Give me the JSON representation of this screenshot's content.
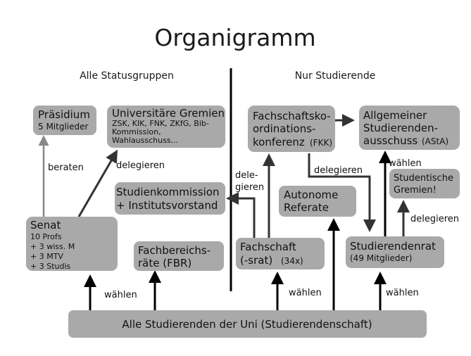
{
  "title": "Organigramm",
  "sections": {
    "left": "Alle Statusgruppen",
    "right": "Nur Studierende"
  },
  "nodes": {
    "praesidium": {
      "lines": [
        "Präsidium"
      ],
      "sub": [
        "5 Mitglieder"
      ]
    },
    "gremien": {
      "lines": [
        "Universitäre Gremien"
      ],
      "sub": [
        "ZSK, KIK, FNK, ZKfG, Bib-",
        "Kommission,",
        "Wahlausschuss..."
      ]
    },
    "studienkommission": {
      "lines": [
        "Studienkommission",
        "+ Institutsvorstand"
      ]
    },
    "senat": {
      "lines": [
        "Senat"
      ],
      "sub": [
        "10 Profs",
        "+ 3 wiss. M",
        "+ 3 MTV",
        "+ 3 Studis"
      ]
    },
    "fbr": {
      "lines": [
        "Fachbereichs-",
        "räte (FBR)"
      ]
    },
    "fkk": {
      "lines": [
        "Fachschaftsko-",
        "ordinations-",
        "konferenz"
      ],
      "suffix": "(FKK)"
    },
    "asta": {
      "lines": [
        "Allgemeiner",
        "Studierenden-",
        "ausschuss"
      ],
      "suffix": "(AStA)"
    },
    "referate": {
      "lines": [
        "Autonome",
        "Referate"
      ]
    },
    "studgremien": {
      "lines": [
        "Studentische",
        "Gremien!"
      ]
    },
    "fachschaft": {
      "lines": [
        "Fachschaft",
        "(-srat)"
      ],
      "suffix": "(34x)"
    },
    "stura": {
      "lines": [
        "Studierendenrat"
      ],
      "sub": [
        "(49 Mitglieder)"
      ]
    },
    "alle": {
      "lines": [
        "Alle Studierenden der Uni (Studierendenschaft)"
      ]
    }
  },
  "edge_labels": {
    "beraten": "beraten",
    "delegieren_gremien": "delegieren",
    "delegieren_fachschaft": [
      "dele-",
      "gieren"
    ],
    "delegieren_fkk": "delegieren",
    "waehlen_asta": "wählen",
    "delegieren_stura": "delegieren",
    "waehlen_left": "wählen",
    "waehlen_mid": "wählen",
    "waehlen_right": "wählen"
  },
  "colors": {
    "box": "#a9a9a9",
    "arrow_black": "#000000",
    "arrow_dark": "#333333",
    "arrow_grey": "#888888"
  }
}
